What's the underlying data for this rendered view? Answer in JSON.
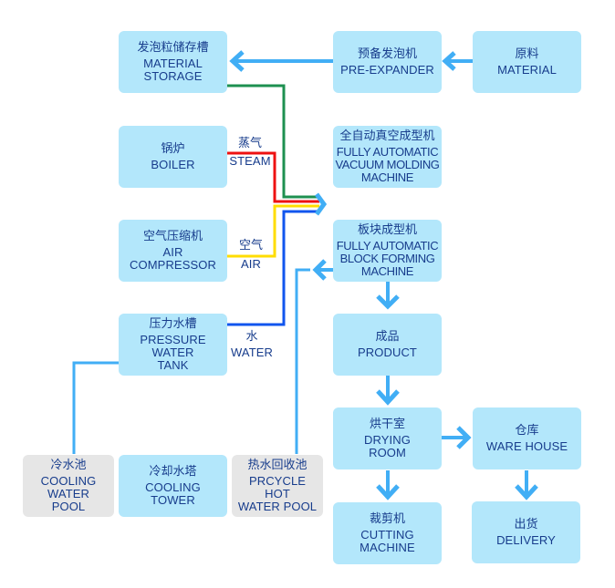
{
  "nodes": {
    "material_storage": {
      "cn": "发泡粒储存槽",
      "en": [
        "MATERIAL",
        "STORAGE"
      ]
    },
    "pre_expander": {
      "cn": "预备发泡机",
      "en": [
        "PRE-EXPANDER"
      ]
    },
    "material": {
      "cn": "原料",
      "en": [
        "MATERIAL"
      ]
    },
    "boiler": {
      "cn": "锅炉",
      "en": [
        "BOILER"
      ]
    },
    "vacuum_molding": {
      "cn": "全自动真空成型机",
      "en": [
        "FULLY AUTOMATIC",
        "VACUUM MOLDING",
        "MACHINE"
      ]
    },
    "air_compressor": {
      "cn": "空气压缩机",
      "en": [
        "AIR",
        "COMPRESSOR"
      ]
    },
    "block_forming": {
      "cn": "板块成型机",
      "en": [
        "FULLY AUTOMATIC",
        "BLOCK FORMING",
        "MACHINE"
      ]
    },
    "pressure_tank": {
      "cn": "压力水槽",
      "en": [
        "PRESSURE",
        "WATER",
        "TANK"
      ]
    },
    "product": {
      "cn": "成品",
      "en": [
        "PRODUCT"
      ]
    },
    "cooling_pool": {
      "cn": "冷水池",
      "en": [
        "COOLING",
        "WATER",
        "POOL"
      ]
    },
    "cooling_tower": {
      "cn": "冷却水塔",
      "en": [
        "COOLING",
        "TOWER"
      ]
    },
    "hot_water_pool": {
      "cn": "热水回收池",
      "en": [
        "PRCYCLE",
        "HOT",
        "WATER POOL"
      ]
    },
    "drying_room": {
      "cn": "烘干室",
      "en": [
        "DRYING",
        "ROOM"
      ]
    },
    "warehouse": {
      "cn": "仓库",
      "en": [
        "WARE HOUSE"
      ]
    },
    "cutting_machine": {
      "cn": "裁剪机",
      "en": [
        "CUTTING",
        "MACHINE"
      ]
    },
    "delivery": {
      "cn": "出货",
      "en": [
        "DELIVERY"
      ]
    }
  },
  "line_labels": {
    "steam": {
      "cn": "蒸气",
      "en": "STEAM"
    },
    "air": {
      "cn": "空气",
      "en": "AIR"
    },
    "water": {
      "cn": "水",
      "en": "WATER"
    }
  },
  "colors": {
    "box": "#b3e7fb",
    "box_gray": "#e6e6e6",
    "text": "#173c8c",
    "arrow": "#41aef5",
    "steam": "#ee1111",
    "air": "#ffdd00",
    "water": "#1155ee",
    "material_line": "#1e9050"
  }
}
